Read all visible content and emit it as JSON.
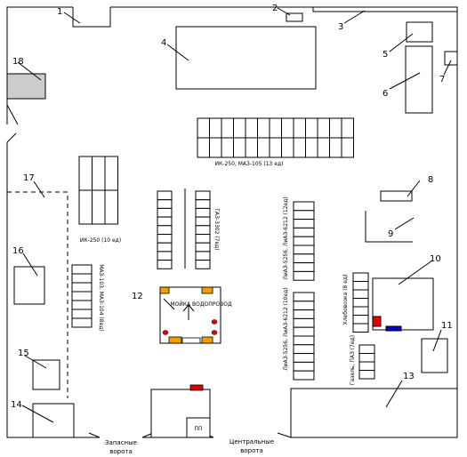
{
  "callouts": [
    "1",
    "2",
    "3",
    "4",
    "5",
    "6",
    "7",
    "8",
    "9",
    "10",
    "11",
    "12",
    "13",
    "14",
    "15",
    "16",
    "17",
    "18"
  ],
  "labels": {
    "ik_maz": "ИК-250, МАЗ-105 (13 ед)",
    "ik250": "ИК-250 (10 ед)",
    "vertical_center": "ГАЗ-3302 (7ед)",
    "col_left": "МАЗ-103, МАЗ-104 (8ед)",
    "col_right_top": "ЛиАЗ-5256, ЛиАЗ-6212 (12ед)",
    "col_right_bottom": "ЛиАЗ-5256, ЛиАЗ-6212 (10ед)",
    "col_far_right": "Хлебовозка (8 ед)",
    "col_small": "Газель, ПАЗ (7ед)",
    "water_supply": "МОЙКА  ВОДОПРОВОД",
    "pp": "ПП",
    "gate_spare_1": "Запасные",
    "gate_spare_2": "ворота",
    "gate_central_1": "Центральные",
    "gate_central_2": "ворота"
  },
  "colors": {
    "red": "#e00000",
    "orange": "#f0a000",
    "blue": "#0000cc",
    "gray": "#cccccc"
  }
}
